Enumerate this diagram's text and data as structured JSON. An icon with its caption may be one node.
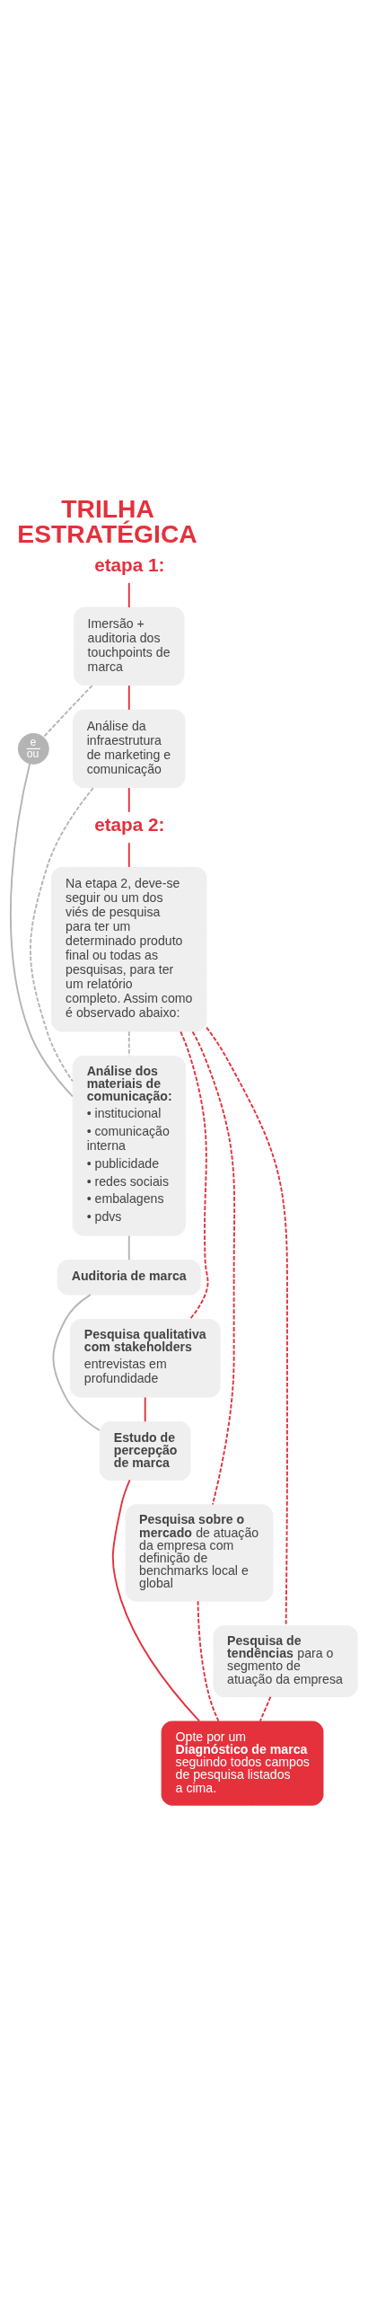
{
  "diagram": {
    "title": "TRILHA ESTRATÉGICA",
    "nodes": [
      {
        "text": [
          "etapa 1:"
        ]
      },
      {
        "text": [
          "Imersão + auditoria dos touchpoints de marca"
        ]
      },
      {
        "text": [
          "e",
          "ou"
        ]
      },
      {
        "text": [
          "Análise da infraestrutura de marketing e comunicação"
        ]
      },
      {
        "text": [
          "etapa 2:"
        ]
      },
      {
        "text": [
          "Na etapa 2, deve-se seguir ou um dos viés de pesquisa para ter um determinado produto final ou todas as pesquisas, para ter um relatório completo. Assim como é observado abaixo:"
        ]
      },
      {
        "text": [
          "Análise dos materiais de comunicação:",
          "• institucional",
          "• comunicação interna",
          "• publicidade",
          "• redes sociais",
          "• embalagens",
          "• pdvs"
        ]
      },
      {
        "text": [
          "Auditoria de marca"
        ]
      },
      {
        "text": [
          "Pesquisa qualitativa com stakeholders",
          "entrevistas em profundidade"
        ]
      },
      {
        "text": [
          "Estudo de percepção de marca"
        ]
      },
      {
        "text": [
          "**Pesquisa sobre o mercado** de atuação da empresa com definição de benchmarks local e global"
        ]
      },
      {
        "text": [
          "**Pesquisa de tendências** para o segmento de atuação da empresa"
        ]
      },
      {
        "text": [
          "Opte por um **Diagnóstico de marca** seguindo todos campos de pesquisa listados a cima."
        ]
      }
    ],
    "edges": [
      {
        "from": 0,
        "to": 1,
        "arrow": "none"
      },
      {
        "from": 1,
        "to": 3,
        "arrow": "none"
      },
      {
        "from": 1,
        "to": 2,
        "arrow": "none",
        "style": "dashed",
        "color": "#b4b4b4"
      },
      {
        "from": 2,
        "to": 6,
        "arrow": "none",
        "color": "#b4b4b4"
      },
      {
        "from": 3,
        "to": 6,
        "arrow": "none",
        "style": "dashed",
        "color": "#b4b4b4"
      },
      {
        "from": 3,
        "to": 4,
        "arrow": "none"
      },
      {
        "from": 4,
        "to": 5,
        "arrow": "none"
      },
      {
        "from": 5,
        "to": 6,
        "arrow": "none",
        "style": "dashed",
        "color": "#b4b4b4"
      },
      {
        "from": 5,
        "to": 8,
        "arrow": "none",
        "style": "dashed"
      },
      {
        "from": 5,
        "to": 10,
        "arrow": "none",
        "style": "dashed"
      },
      {
        "from": 5,
        "to": 11,
        "arrow": "none",
        "style": "dashed"
      },
      {
        "from": 6,
        "to": 7,
        "arrow": "none",
        "color": "#b4b4b4"
      },
      {
        "from": 7,
        "to": 9,
        "arrow": "none",
        "color": "#b4b4b4"
      },
      {
        "from": 8,
        "to": 9,
        "arrow": "none"
      },
      {
        "from": 9,
        "to": 12,
        "arrow": "none"
      },
      {
        "from": 10,
        "to": 12,
        "arrow": "none",
        "style": "dashed"
      },
      {
        "from": 11,
        "to": 12,
        "arrow": "none",
        "style": "dashed"
      }
    ]
  }
}
